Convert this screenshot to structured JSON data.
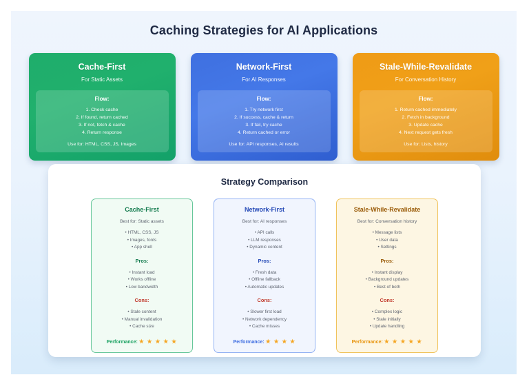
{
  "page": {
    "title": "Caching Strategies for AI Applications",
    "background_top": "#eff5fd",
    "background_bottom": "#d9ecfb"
  },
  "strategies": [
    {
      "name": "Cache-First",
      "subtitle": "For Static Assets",
      "color": "#1fad6b",
      "flow_label": "Flow:",
      "steps": [
        "1. Check cache",
        "2. If found, return cached",
        "3. If not, fetch & cache",
        "4. Return response"
      ],
      "use_for": "Use for: HTML, CSS, JS, Images"
    },
    {
      "name": "Network-First",
      "subtitle": "For AI Responses",
      "color": "#3f70e0",
      "flow_label": "Flow:",
      "steps": [
        "1. Try network first",
        "2. If success, cache & return",
        "3. If fail, try cache",
        "4. Return cached or error"
      ],
      "use_for": "Use for: API responses, AI results"
    },
    {
      "name": "Stale-While-Revalidate",
      "subtitle": "For Conversation History",
      "color": "#ef9b16",
      "flow_label": "Flow:",
      "steps": [
        "1. Return cached immediately",
        "2. Fetch in background",
        "3. Update cache",
        "4. Next request gets fresh"
      ],
      "use_for": "Use for: Lists, history"
    }
  ],
  "comparison": {
    "title": "Strategy Comparison",
    "pros_label": "Pros:",
    "cons_label": "Cons:",
    "performance_label": "Performance:",
    "cons_color": "#c0392b",
    "star_color": "#f5a623",
    "columns": [
      {
        "name": "Cache-First",
        "best_for": "Best for: Static assets",
        "accent": "#127a4d",
        "items": [
          "• HTML, CSS, JS",
          "• Images, fonts",
          "• App shell"
        ],
        "pros": [
          "• Instant load",
          "• Works offline",
          "• Low bandwidth"
        ],
        "cons": [
          "• Stale content",
          "• Manual invalidation",
          "• Cache size"
        ],
        "rating": 5,
        "stars": "★ ★ ★ ★ ★"
      },
      {
        "name": "Network-First",
        "best_for": "Best for: AI responses",
        "accent": "#2348b6",
        "items": [
          "• API calls",
          "• LLM responses",
          "• Dynamic content"
        ],
        "pros": [
          "• Fresh data",
          "• Offline fallback",
          "• Automatic updates"
        ],
        "cons": [
          "• Slower first load",
          "• Network dependency",
          "• Cache misses"
        ],
        "rating": 4,
        "stars": "★ ★ ★ ★"
      },
      {
        "name": "Stale-While-Revalidate",
        "best_for": "Best for: Conversation history",
        "accent": "#9a5b08",
        "items": [
          "• Message lists",
          "• User data",
          "• Settings"
        ],
        "pros": [
          "• Instant display",
          "• Background updates",
          "• Best of both"
        ],
        "cons": [
          "• Complex logic",
          "• Stale initially",
          "• Update handling"
        ],
        "rating": 5,
        "stars": "★ ★ ★ ★ ★"
      }
    ]
  }
}
